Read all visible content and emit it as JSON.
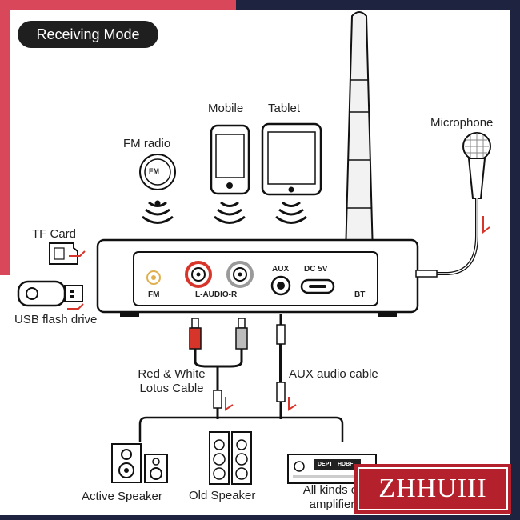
{
  "mode_title": "Receiving Mode",
  "sources": {
    "fm_radio": "FM radio",
    "fm_badge": "FM",
    "mobile": "Mobile",
    "tablet": "Tablet",
    "microphone": "Microphone",
    "tf_card": "TF Card",
    "usb": "USB flash drive"
  },
  "ports": {
    "fm": "FM",
    "l_audio_r": "L-AUDIO-R",
    "aux": "AUX",
    "dc": "DC 5V",
    "bt": "BT"
  },
  "cables": {
    "lotus_line1": "Red & White",
    "lotus_line2": "Lotus Cable",
    "aux": "AUX audio cable"
  },
  "outputs": {
    "active_speaker": "Active Speaker",
    "old_speaker": "Old Speaker",
    "amplifier_line1": "All kinds of",
    "amplifier_line2": "amplifier",
    "amp_display_left": "DEPT",
    "amp_display_right": "HDBF"
  },
  "watermark": "ZHHUIII",
  "colors": {
    "accent_red": "#d9485a",
    "navy": "#1e2340",
    "watermark_bg": "#b4202c"
  }
}
